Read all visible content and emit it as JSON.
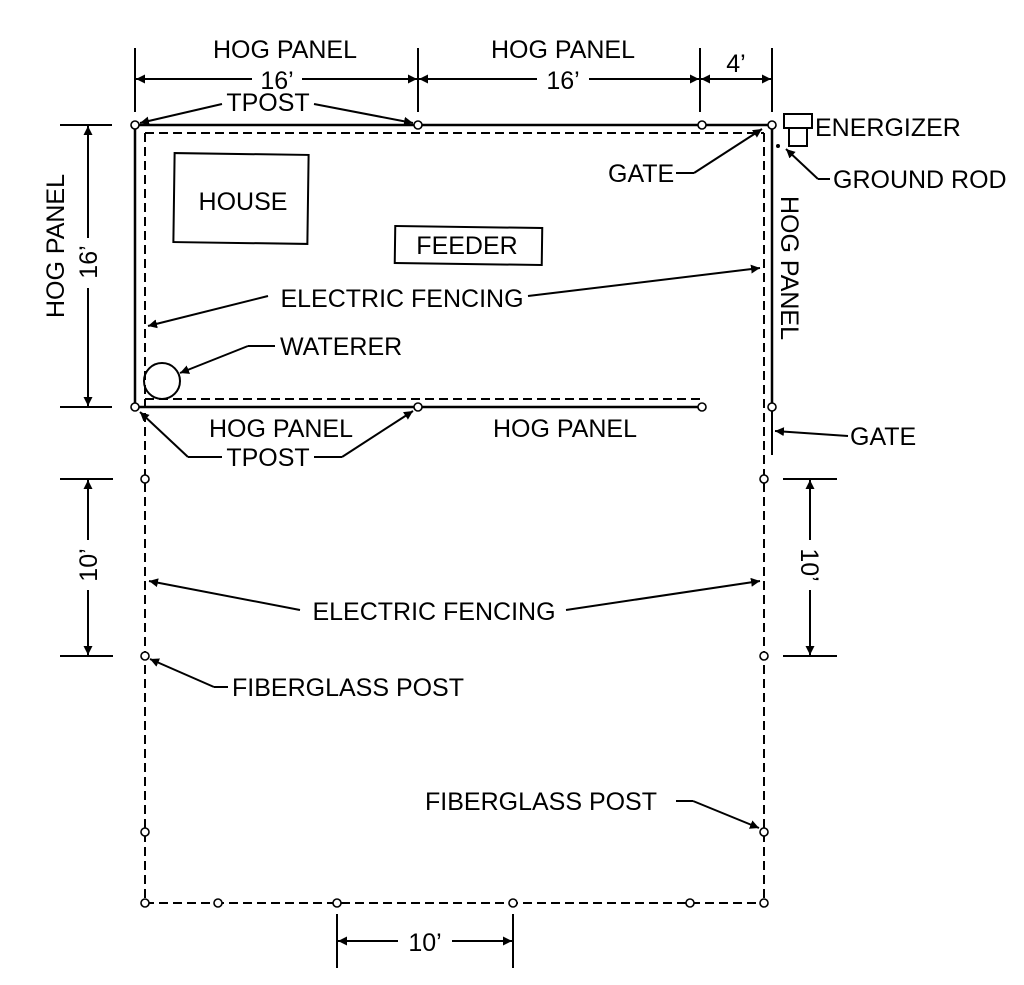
{
  "labels": {
    "hog_panel": "HOG PANEL",
    "sixteen_ft": "16’",
    "four_ft": "4’",
    "ten_ft": "10’",
    "tpost": "TPOST",
    "energizer": "ENERGIZER",
    "gate": "GATE",
    "ground_rod": "GROUND ROD",
    "house": "HOUSE",
    "feeder": "FEEDER",
    "electric_fencing": "ELECTRIC FENCING",
    "waterer": "WATERER",
    "fiberglass_post": "FIBERGLASS POST"
  },
  "colors": {
    "ink": "#000000",
    "background": "#ffffff"
  }
}
